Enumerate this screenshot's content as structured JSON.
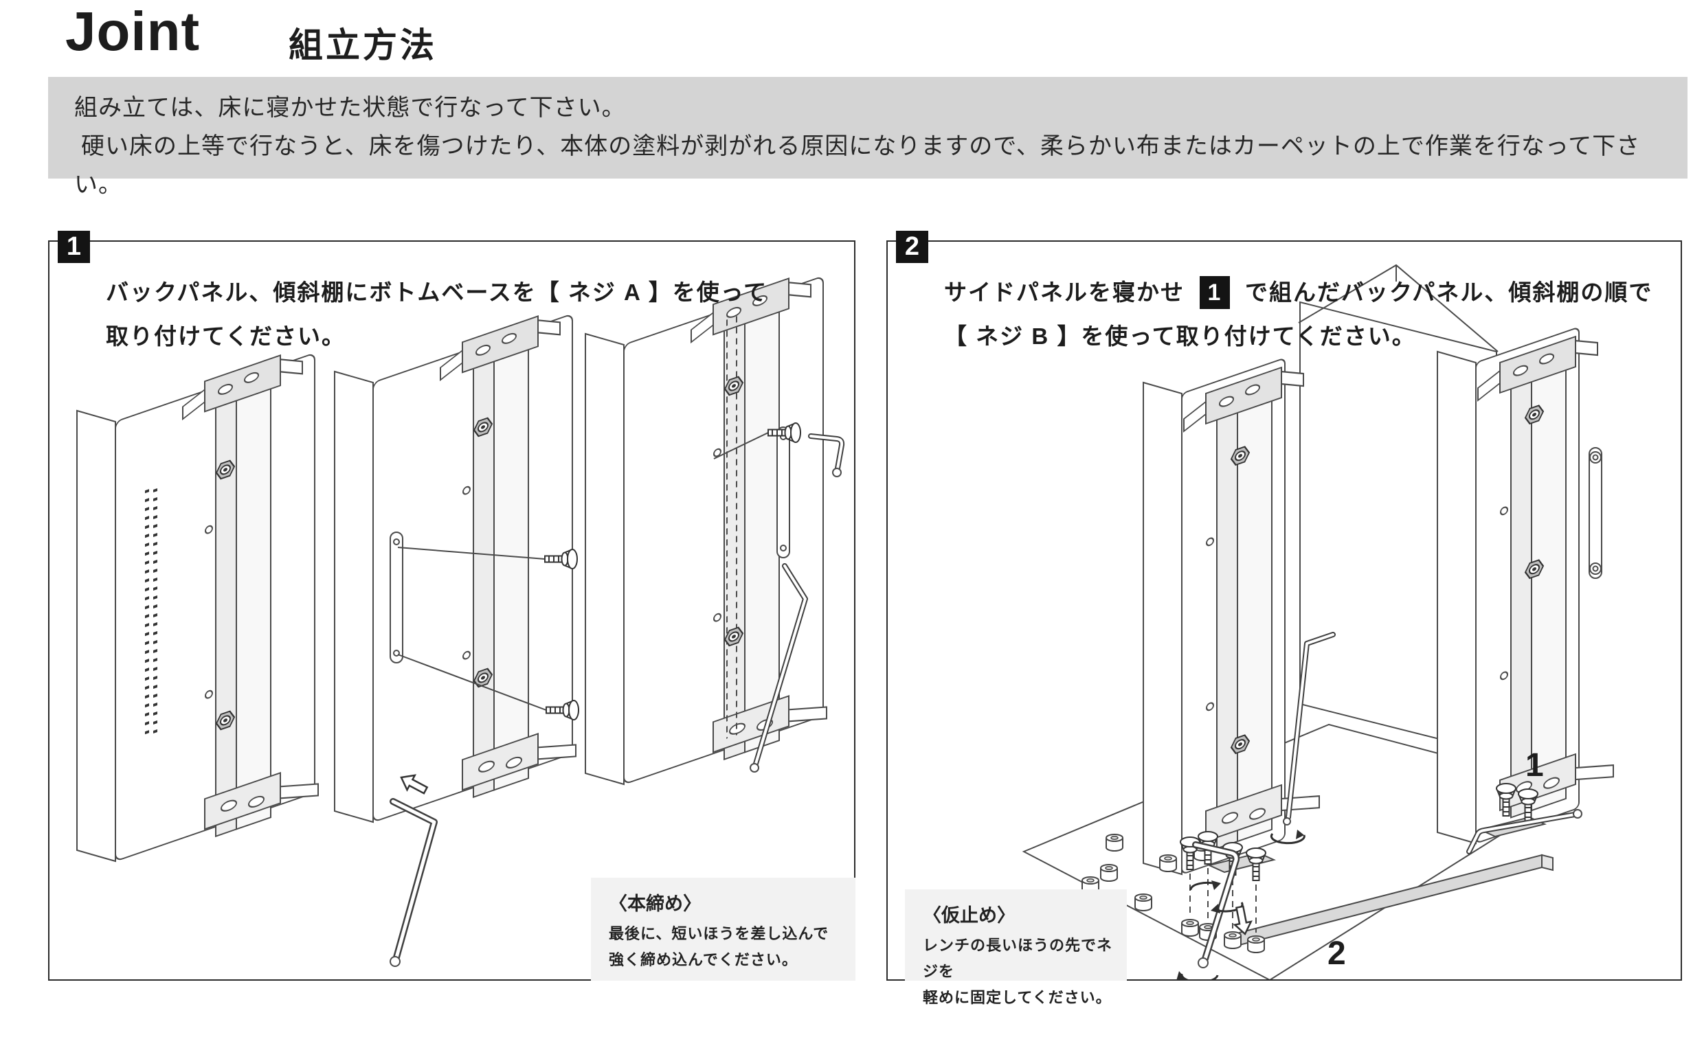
{
  "header": {
    "brand": "Joint",
    "title": "組立方法"
  },
  "notice": {
    "line1": "組み立ては、床に寝かせた状態で行なって下さい。",
    "line2": "硬い床の上等で行なうと、床を傷つけたり、本体の塗料が剥がれる原因になりますので、柔らかい布またはカーペットの上で作業を行なって下さい。"
  },
  "steps": [
    {
      "number": "1",
      "line1": "バックパネル、傾斜棚にボトムベースを【 ネジ A 】を使って",
      "line2": "取り付けてください。",
      "note": {
        "title": "〈本締め〉",
        "line1": "最後に、短いほうを差し込んで",
        "line2": "強く締め込んでください。"
      }
    },
    {
      "number": "2",
      "line1_before": "サイドパネルを寝かせ",
      "line1_badge": "1",
      "line1_after": "で組んだバックパネル、傾斜棚の順で",
      "line2": "【 ネジ B 】を使って取り付けてください。",
      "note": {
        "title": "〈仮止め〉",
        "line1": "レンチの長いほうの先でネジを",
        "line2": "軽めに固定してください。"
      },
      "diagram": {
        "label_part1": "1",
        "label_part2": "2"
      }
    }
  ],
  "colors": {
    "notice_bg": "#d4d4d4",
    "note_bg": "#f2f2f2",
    "badge_bg": "#141414",
    "line": "#4a4a4a"
  }
}
